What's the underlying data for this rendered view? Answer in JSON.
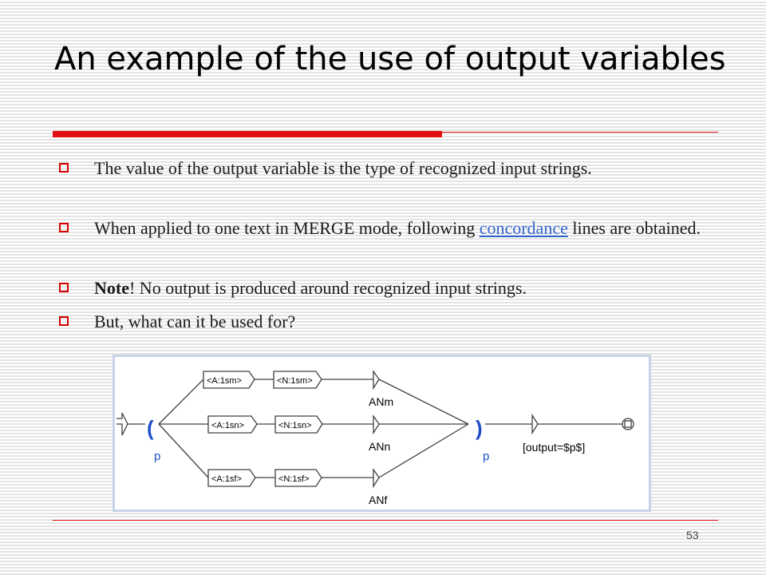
{
  "title": "An example of the use of output variables",
  "bullets": [
    {
      "text": "The value of the output variable is the type of  recognized input strings."
    },
    {
      "pre": "When applied to one text in MERGE mode, following ",
      "link": "concordance",
      "post": " lines are obtained."
    },
    {
      "bold": "Note",
      "rest": "! No output is produced around recognized input strings."
    },
    {
      "text": "But, what can it be used for?"
    }
  ],
  "graph": {
    "open_paren": "(",
    "close_paren": ")",
    "open_var": "p",
    "close_var": "p",
    "output_label": "[output=$p$]",
    "branches": [
      {
        "box1": "<A:1sm>",
        "box2": "<N:1sm>",
        "label": "ANm"
      },
      {
        "box1": "<A:1sn>",
        "box2": "<N:1sn>",
        "label": "ANn"
      },
      {
        "box1": "<A:1sf>",
        "box2": "<N:1sf>",
        "label": "ANf"
      }
    ],
    "colors": {
      "variable": "#1f4fc8",
      "line": "#404040",
      "box_border": "#505050"
    }
  },
  "page_number": "53"
}
